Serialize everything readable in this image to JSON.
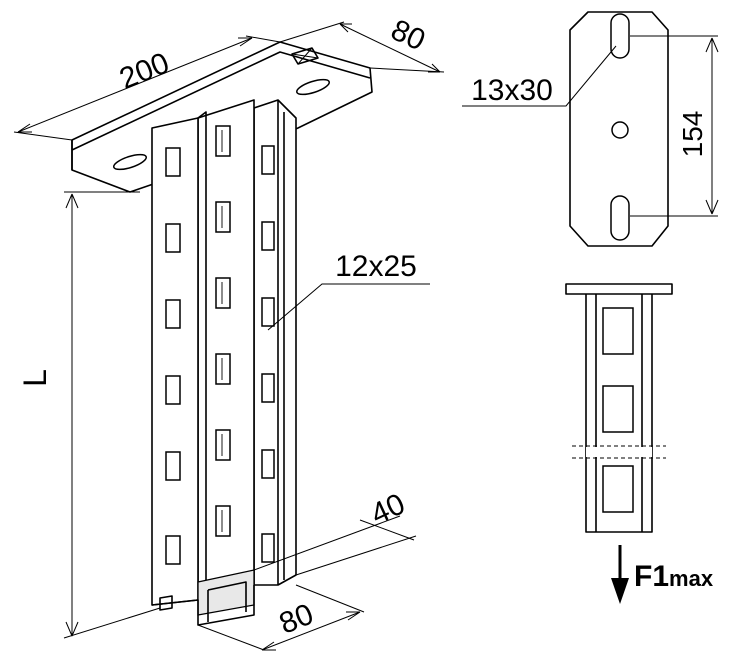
{
  "dimensions": {
    "width_label": "200",
    "depth_label": "80",
    "slot_label": "13x30",
    "hole_spacing_label": "154",
    "hole_label": "12x25",
    "length_label": "L",
    "profile_depth_label": "40",
    "profile_width_label": "80"
  },
  "load": {
    "force_main": "F1",
    "force_sub": "max"
  }
}
